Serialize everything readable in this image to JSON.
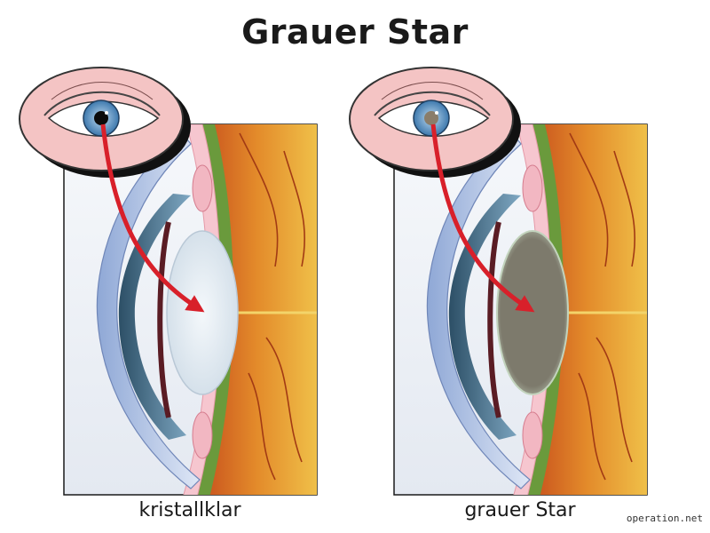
{
  "title": "Grauer Star",
  "panels": [
    {
      "caption": "kristallklar",
      "lens_state": "clear",
      "lens_color": "#dfe8ef"
    },
    {
      "caption": "grauer Star",
      "lens_state": "cataract",
      "lens_color": "#7d7a6c"
    }
  ],
  "credit": "operation.net",
  "colors": {
    "arrow": "#d8202a",
    "skin": "#f4c4c4",
    "iris": "#5b97c9",
    "retina": "#e08a2e",
    "sclera_green": "#6a9a3c",
    "panel_bg": "#eef1f6"
  }
}
